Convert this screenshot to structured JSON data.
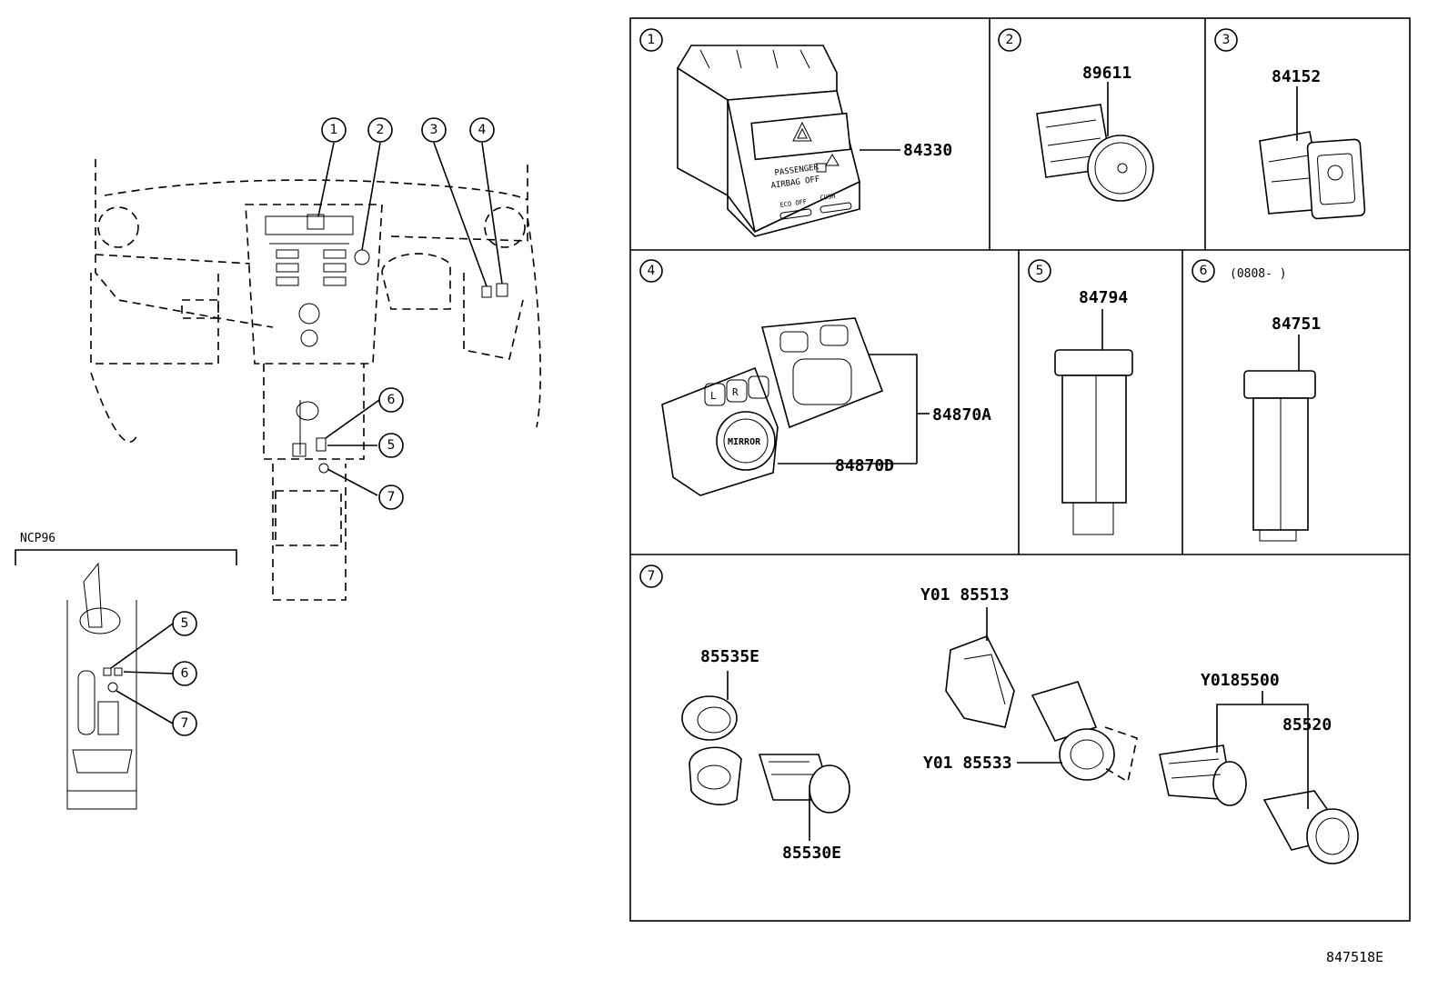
{
  "diagram_code": "847518E",
  "overview": {
    "callouts": [
      "1",
      "2",
      "3",
      "4",
      "5",
      "6",
      "7"
    ],
    "inset_label": "NCP96",
    "inset_callouts": [
      "5",
      "6",
      "7"
    ]
  },
  "panels": [
    {
      "index": "1",
      "parts": [
        "84330"
      ],
      "switch_text": [
        "PASSENGER",
        "AIRBAG OFF",
        "ECO OFF",
        "CUSH"
      ]
    },
    {
      "index": "2",
      "parts": [
        "89611"
      ]
    },
    {
      "index": "3",
      "parts": [
        "84152"
      ]
    },
    {
      "index": "4",
      "parts": [
        "84870A",
        "84870D"
      ],
      "switch_text": [
        "MIRROR",
        "L",
        "R"
      ]
    },
    {
      "index": "5",
      "parts": [
        "84794"
      ]
    },
    {
      "index": "6",
      "parts": [
        "84751"
      ],
      "note": "(0808-        )"
    },
    {
      "index": "7",
      "parts": [
        "85535E",
        "85530E",
        "Y01 85513",
        "Y01 85533",
        "Y0185500",
        "85520"
      ]
    }
  ]
}
